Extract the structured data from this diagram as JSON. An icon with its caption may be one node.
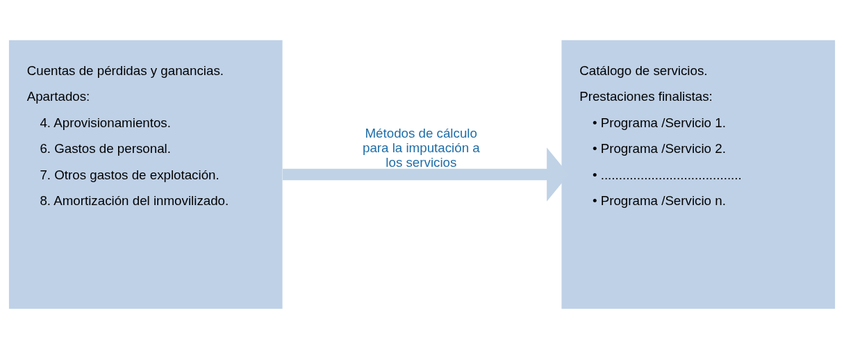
{
  "diagram": {
    "nodes": [
      {
        "text": [
          "Cuentas de pérdidas y ganancias.",
          "Apartados:",
          "4. Aprovisionamientos.",
          "6. Gastos de personal.",
          "7. Otros gastos de explotación.",
          "8. Amortización del inmovilizado."
        ]
      },
      {
        "text": [
          "Catálogo de servicios.",
          "Prestaciones finalistas:",
          "• Programa /Servicio 1.",
          "• Programa /Servicio 2.",
          "• .......................................",
          "• Programa /Servicio n."
        ]
      }
    ],
    "edges": [
      {
        "from": 0,
        "to": 1,
        "arrow": "to",
        "label": "Métodos de cálculo para la imputación a los servicios"
      }
    ]
  }
}
